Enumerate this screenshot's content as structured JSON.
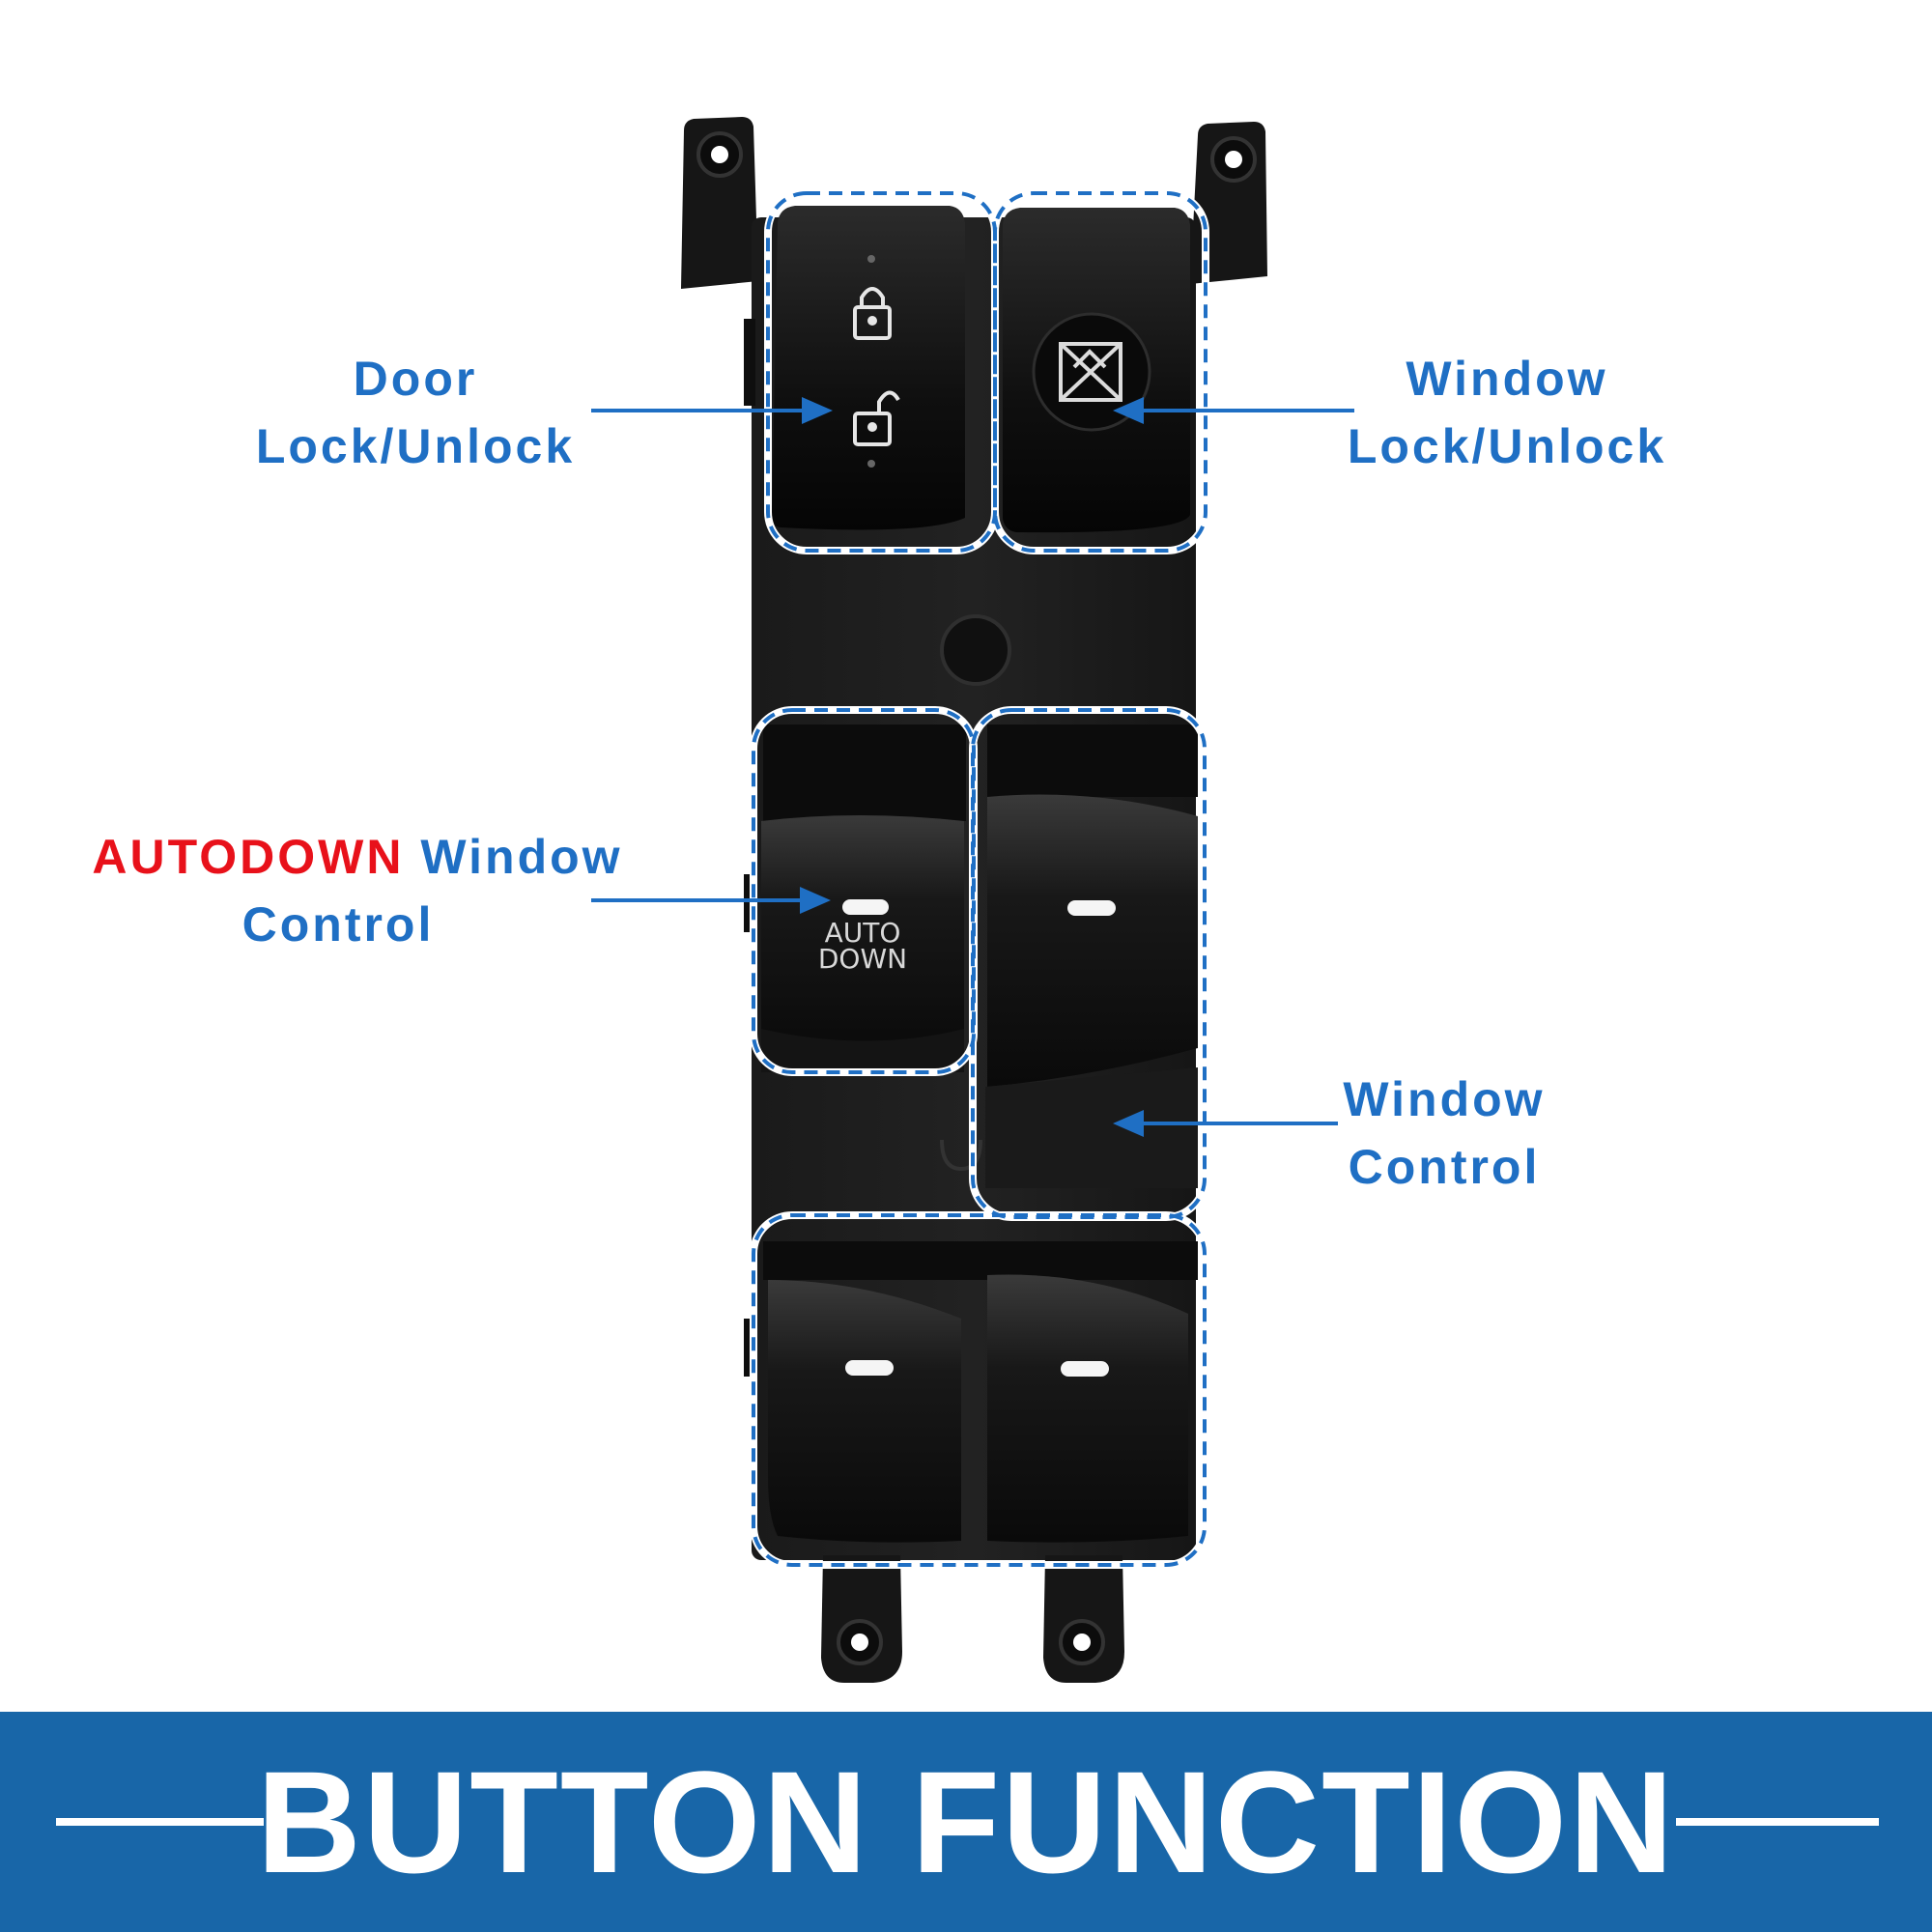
{
  "labels": {
    "door_lock_line1": "Door",
    "door_lock_line2": "Lock/Unlock",
    "window_lock_line1": "Window",
    "window_lock_line2": "Lock/Unlock",
    "autodown_highlight": "AUTODOWN",
    "autodown_rest": "Window",
    "autodown_line2": "Control",
    "window_control_line1": "Window",
    "window_control_line2": "Control"
  },
  "switch_text": {
    "auto": "AUTO",
    "down": "DOWN"
  },
  "banner": {
    "title": "BUTTON FUNCTION"
  },
  "colors": {
    "accent_blue": "#1f6fc4",
    "highlight_red": "#e8111a",
    "banner_blue": "#1866a8"
  }
}
